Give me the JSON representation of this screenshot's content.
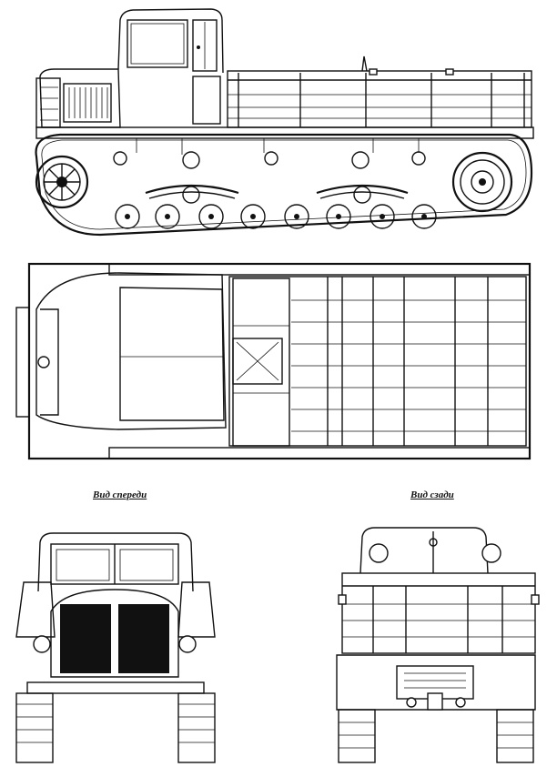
{
  "labels": {
    "front_view": "Вид спереди",
    "rear_view": "Вид сзади"
  },
  "views": [
    "side-view",
    "top-view",
    "front-view",
    "rear-view"
  ],
  "line_color": "#111111",
  "background_color": "#ffffff"
}
